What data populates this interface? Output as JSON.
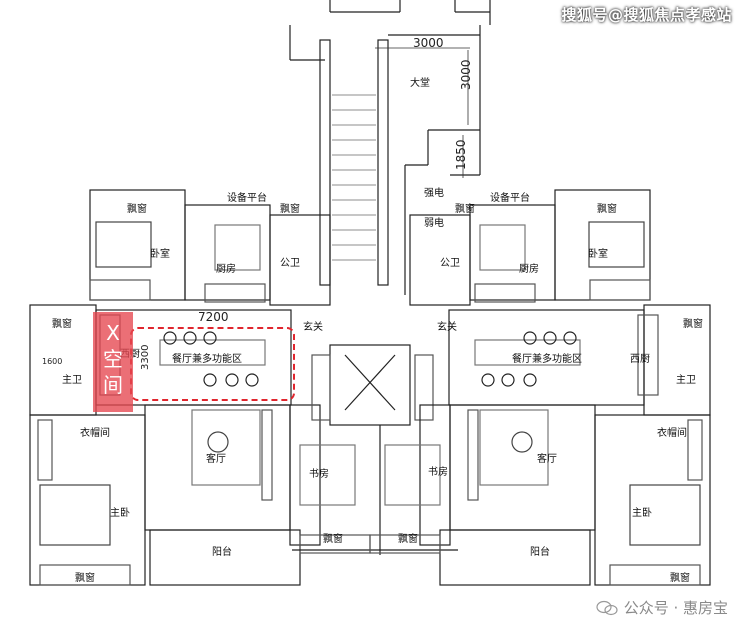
{
  "watermark_top": "搜狐号@搜狐焦点孝感站",
  "watermark_bottom": "公众号 · 惠房宝",
  "highlight": {
    "x_letter": "X",
    "chars": [
      "空",
      "间"
    ],
    "color": "#e0262e"
  },
  "dimensions": {
    "top_width": "3000",
    "top_height": "3000",
    "corridor": "1850",
    "dining_width": "7200",
    "dining_height": "3300",
    "small": "1600"
  },
  "rooms": {
    "lobby": "大堂",
    "strong_power": "强电",
    "weak_power": "弱电",
    "equipment_left": "设备平台",
    "equipment_right": "设备平台",
    "bay_window": "飘窗",
    "bedroom": "卧室",
    "kitchen": "厨房",
    "public_bath": "公卫",
    "foyer": "玄关",
    "dining_multi": "餐厅兼多功能区",
    "western_kitchen": "西厨",
    "master_bath": "主卫",
    "cloakroom": "衣帽间",
    "living": "客厅",
    "study": "书房",
    "master_bedroom": "主卧",
    "balcony": "阳台"
  }
}
